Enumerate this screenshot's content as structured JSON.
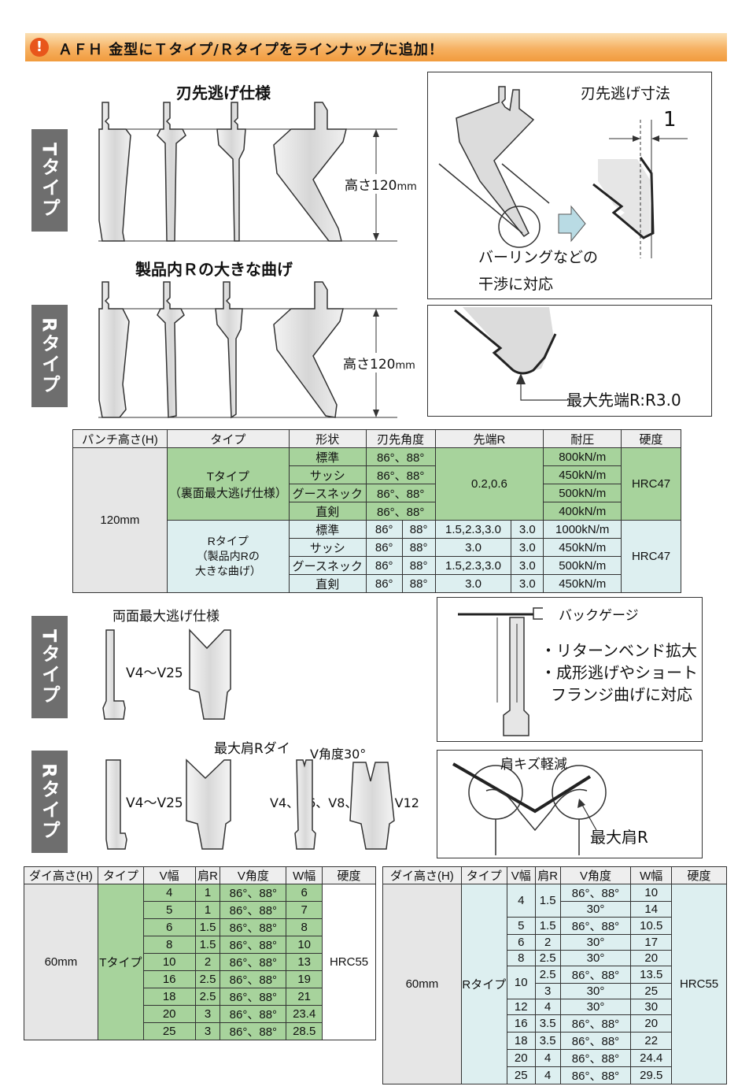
{
  "banner": {
    "title": "ＡＦＨ 金型にＴタイプ/Ｒタイプをラインナップに追加！",
    "icon": "exclamation-icon"
  },
  "punch": {
    "t_label": "Tタイプ",
    "r_label": "Rタイプ",
    "t_heading": "刃先逃げ仕様",
    "r_heading": "製品内Ｒの大きな曲げ",
    "t_height_label": "高さ120",
    "r_height_label": "高さ120",
    "height_unit": "mm",
    "escape_box": {
      "title": "刃先逃げ寸法",
      "dimension": "1",
      "note_line1": "バーリングなどの",
      "note_line2": "干渉に対応"
    },
    "radius_box": {
      "note": "最大先端R:R3.0"
    }
  },
  "punch_table": {
    "headers": [
      "パンチ高さ(H)",
      "タイプ",
      "形状",
      "刃先角度",
      "先端R",
      "耐圧",
      "硬度"
    ],
    "height": "120mm",
    "t_type_line1": "Tタイプ",
    "t_type_line2": "（裏面最大逃げ仕様）",
    "r_type_line1": "Rタイプ",
    "r_type_line2": "（製品内Rの",
    "r_type_line3": "大きな曲げ）",
    "t_rows": [
      {
        "shape": "標準",
        "angle": "86°、88°",
        "pressure": "800kN/m"
      },
      {
        "shape": "サッシ",
        "angle": "86°、88°",
        "pressure": "450kN/m"
      },
      {
        "shape": "グースネック",
        "angle": "86°、88°",
        "pressure": "500kN/m"
      },
      {
        "shape": "直剣",
        "angle": "86°、88°",
        "pressure": "400kN/m"
      }
    ],
    "t_tip_r": "0.2,0.6",
    "t_hardness": "HRC47",
    "r_rows": [
      {
        "shape": "標準",
        "angle1": "86°",
        "angle2": "88°",
        "r1": "1.5,2.3,3.0",
        "r2": "3.0",
        "pressure": "1000kN/m"
      },
      {
        "shape": "サッシ",
        "angle1": "86°",
        "angle2": "88°",
        "r1": "3.0",
        "r2": "3.0",
        "pressure": "450kN/m"
      },
      {
        "shape": "グースネック",
        "angle1": "86°",
        "angle2": "88°",
        "r1": "1.5,2.3,3.0",
        "r2": "3.0",
        "pressure": "500kN/m"
      },
      {
        "shape": "直剣",
        "angle1": "86°",
        "angle2": "88°",
        "r1": "3.0",
        "r2": "3.0",
        "pressure": "450kN/m"
      }
    ],
    "r_hardness": "HRC47"
  },
  "die": {
    "t_label": "Tタイプ",
    "r_label": "Rタイプ",
    "t_heading": "両面最大逃げ仕様",
    "t_range": "V4～V25",
    "r_heading": "最大肩Rダイ",
    "r_range": "V4～V25",
    "v30_heading": "V角度30°",
    "v30_range": "V4、V6、V8、V10、V12",
    "backgauge_box": {
      "label": "バックゲージ",
      "bullet1": "・リターンベンド拡大",
      "bullet2": "・成形逃げやショート",
      "bullet3": "フランジ曲げに対応"
    },
    "shoulder_box": {
      "title": "肩キズ軽減",
      "label": "最大肩R"
    }
  },
  "die_table_t": {
    "headers": [
      "ダイ高さ(H)",
      "タイプ",
      "V幅",
      "肩R",
      "V角度",
      "W幅",
      "硬度"
    ],
    "height": "60mm",
    "type": "Tタイプ",
    "hardness": "HRC55",
    "rows": [
      [
        "4",
        "1",
        "86°、88°",
        "6"
      ],
      [
        "5",
        "1",
        "86°、88°",
        "7"
      ],
      [
        "6",
        "1.5",
        "86°、88°",
        "8"
      ],
      [
        "8",
        "1.5",
        "86°、88°",
        "10"
      ],
      [
        "10",
        "2",
        "86°、88°",
        "13"
      ],
      [
        "16",
        "2.5",
        "86°、88°",
        "19"
      ],
      [
        "18",
        "2.5",
        "86°、88°",
        "21"
      ],
      [
        "20",
        "3",
        "86°、88°",
        "23.4"
      ],
      [
        "25",
        "3",
        "86°、88°",
        "28.5"
      ]
    ]
  },
  "die_table_r": {
    "headers": [
      "ダイ高さ(H)",
      "タイプ",
      "V幅",
      "肩R",
      "V角度",
      "W幅",
      "硬度"
    ],
    "height": "60mm",
    "type": "Rタイプ",
    "hardness": "HRC55",
    "v4": {
      "v": "4",
      "r": "1.5",
      "a1": "86°、88°",
      "w1": "10",
      "a2": "30°",
      "w2": "14"
    },
    "v5": {
      "v": "5",
      "r": "1.5",
      "a": "86°、88°",
      "w": "10.5"
    },
    "v6": {
      "v": "6",
      "r": "2",
      "a": "30°",
      "w": "17"
    },
    "v8": {
      "v": "8",
      "r": "2.5",
      "a": "30°",
      "w": "20"
    },
    "v10": {
      "v": "10",
      "r1": "2.5",
      "a1": "86°、88°",
      "w1": "13.5",
      "r2": "3",
      "a2": "30°",
      "w2": "25"
    },
    "v12": {
      "v": "12",
      "r": "4",
      "a": "30°",
      "w": "30"
    },
    "v16": {
      "v": "16",
      "r": "3.5",
      "a": "86°、88°",
      "w": "20"
    },
    "v18": {
      "v": "18",
      "r": "3.5",
      "a": "86°、88°",
      "w": "22"
    },
    "v20": {
      "v": "20",
      "r": "4",
      "a": "86°、88°",
      "w": "24.4"
    },
    "v25": {
      "v": "25",
      "r": "4",
      "a": "86°、88°",
      "w": "29.5"
    }
  }
}
